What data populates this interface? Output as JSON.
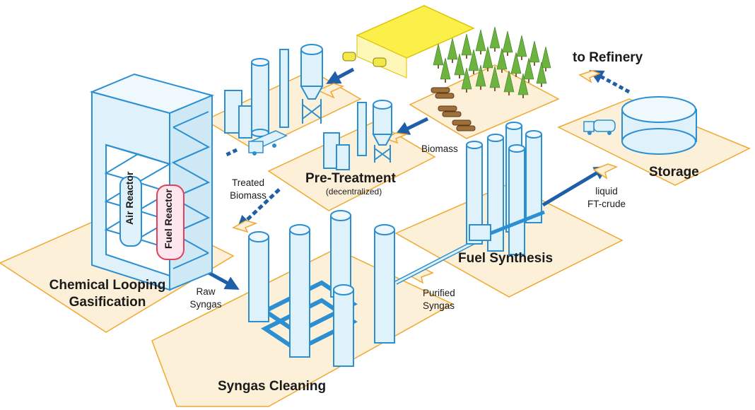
{
  "labels": {
    "to_refinery": "to Refinery",
    "storage": "Storage",
    "liquid_line1": "liquid",
    "liquid_line2": "FT-crude",
    "biomass": "Biomass",
    "pretreatment": "Pre-Treatment",
    "pretreatment_sub": "(decentralized)",
    "treated_line1": "Treated",
    "treated_line2": "Biomass",
    "air_reactor": "Air Reactor",
    "fuel_reactor": "Fuel Reactor",
    "clg_line1": "Chemical Looping",
    "clg_line2": "Gasification",
    "raw_line1": "Raw",
    "raw_line2": "Syngas",
    "purified_line1": "Purified",
    "purified_line2": "Syngas",
    "fuel_synthesis": "Fuel Synthesis",
    "syngas_cleaning": "Syngas Cleaning"
  },
  "colors": {
    "platform_fill": "#fdf0d8",
    "platform_stroke": "#f0a830",
    "equipment_fill": "#dff1fb",
    "equipment_stroke": "#2b8fd1",
    "flow_arrow": "#1f5fa8",
    "field_fill": "#fbf04a",
    "tree_green": "#6cb33f",
    "trunk_brown": "#8a5a2b",
    "fuel_reactor_red": "#e0405a"
  },
  "icons": [
    "truck-icon",
    "tree-icon",
    "log-pile-icon",
    "hay-bale-icon",
    "silo-icon",
    "column-icon",
    "tank-icon"
  ]
}
